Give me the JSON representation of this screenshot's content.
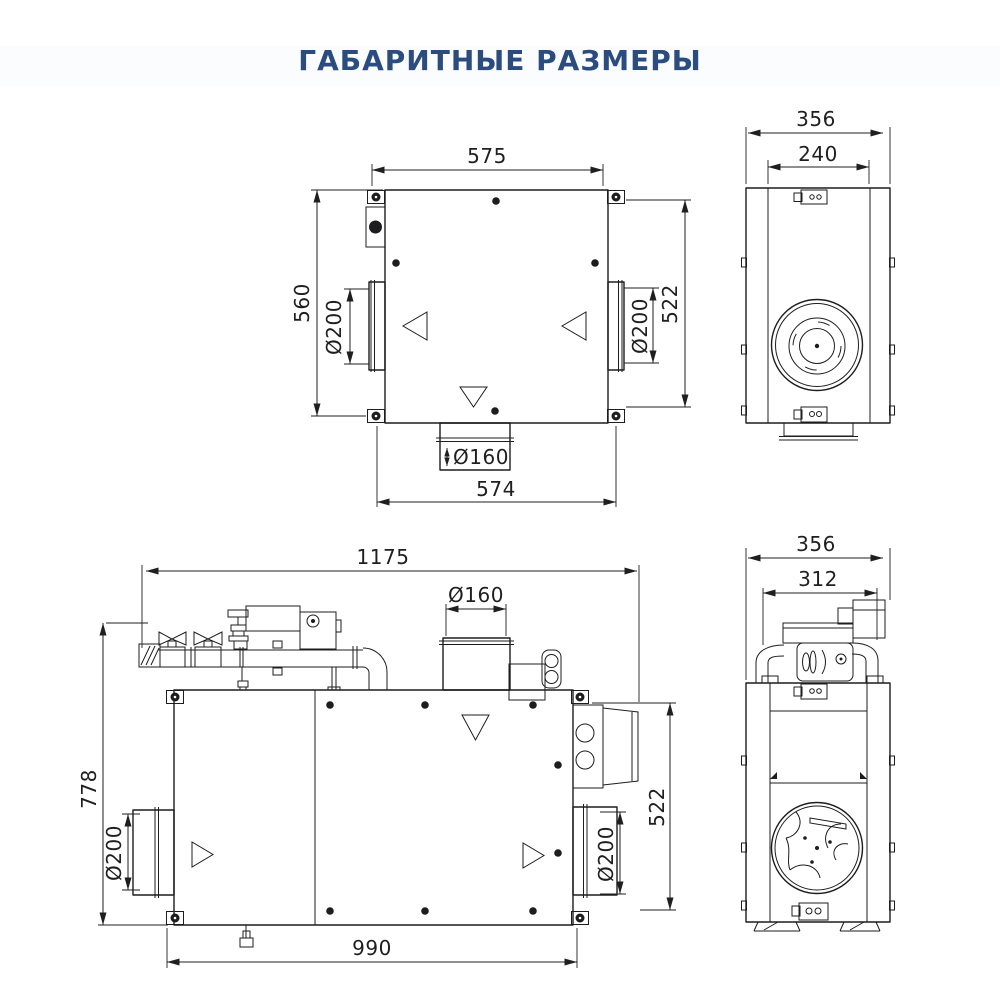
{
  "title": "ГАБАРИТНЫЕ РАЗМЕРЫ",
  "colors": {
    "title": "#2b4c7e",
    "line": "#1d1d1f",
    "background": "#ffffff",
    "tint": "#fafcfe"
  },
  "views": {
    "top": {
      "dims": {
        "width_top": "575",
        "height_left": "560",
        "duct_left": "Ø200",
        "duct_right": "Ø200",
        "height_right": "522",
        "duct_bottom": "Ø160",
        "width_bottom": "574"
      }
    },
    "side_upper": {
      "dims": {
        "width_outer": "356",
        "width_inner": "240"
      }
    },
    "front": {
      "dims": {
        "length_total": "1175",
        "duct_top": "Ø160",
        "height_total": "778",
        "duct_left": "Ø200",
        "duct_right": "Ø200",
        "height_body": "522",
        "length_base": "990"
      }
    },
    "side_lower": {
      "dims": {
        "width_outer": "356",
        "width_pump": "312"
      }
    }
  }
}
